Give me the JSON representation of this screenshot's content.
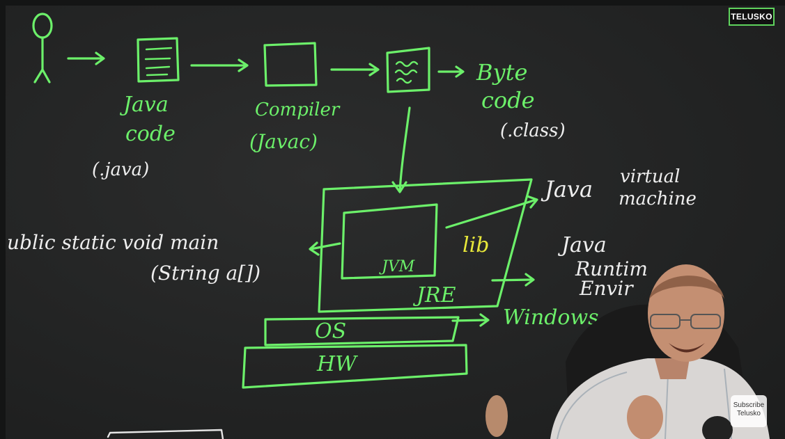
{
  "branding": {
    "logo_text": "TELUSKO"
  },
  "subscribe": {
    "line1": "Subscribe",
    "line2": "Telusko"
  },
  "diagram": {
    "java_code": {
      "line1": "Java",
      "line2": "code",
      "line3": "(.java)"
    },
    "compiler": {
      "line1": "Compiler",
      "line2": "(Javac)"
    },
    "byte_code": {
      "line1": "Byte",
      "line2": "code",
      "line3": "(.class)"
    },
    "jvm_label": "JVM",
    "lib_label": "lib",
    "jre_label": "JRE",
    "os_label": "OS",
    "hw_label": "HW",
    "main_signature": {
      "line1": "ublic static void main",
      "line2": "(String a[])"
    },
    "java_virtual_machine": {
      "line1": "Java",
      "line2": "virtual",
      "line3": "machine"
    },
    "java_runtime_env": {
      "line1": "Java",
      "line2": "Runtim",
      "line3": "Envir"
    },
    "windows_label": "Windows"
  },
  "colors": {
    "chalk_green": "#6cf06a",
    "chalk_white": "#eeeeee",
    "chalk_yellow": "#e8e83a",
    "board": "#232424"
  }
}
